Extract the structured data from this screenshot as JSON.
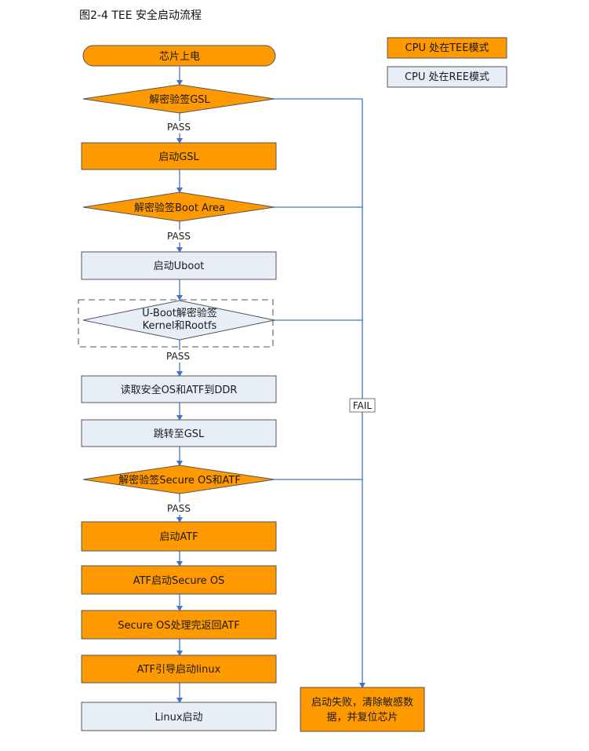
{
  "title": "图2-4 TEE 安全启动流程",
  "colors": {
    "tee": "#ff9900",
    "ree": "#e8eef7",
    "stroke": "#555555",
    "edge": "#4472c4"
  },
  "legend": {
    "tee": "CPU 处在TEE模式",
    "ree": "CPU 处在REE模式"
  },
  "nodes": {
    "power_on": "芯片上电",
    "verify_gsl": "解密验签GSL",
    "boot_gsl": "启动GSL",
    "verify_boot_area": "解密验签Boot Area",
    "boot_uboot": "启动Uboot",
    "uboot_verify_1": "U-Boot解密验签",
    "uboot_verify_2": "Kernel和Rootfs",
    "load_os_atf": "读取安全OS和ATF到DDR",
    "jump_gsl": "跳转至GSL",
    "verify_secure_os": "解密验签Secure OS和ATF",
    "boot_atf": "启动ATF",
    "atf_boot_os": "ATF启动Secure OS",
    "secure_os_return": "Secure OS处理完返回ATF",
    "atf_boot_linux": "ATF引导启动linux",
    "linux_boot": "Linux启动",
    "fail_1": "启动失败，清除敏感数",
    "fail_2": "据，并复位芯片"
  },
  "labels": {
    "pass": "PASS",
    "fail": "FAIL"
  }
}
